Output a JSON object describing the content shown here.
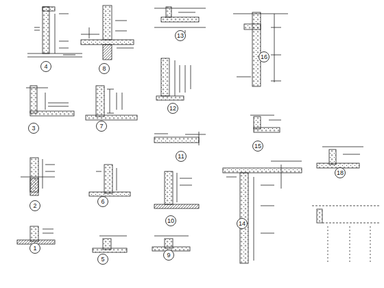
{
  "diagram": {
    "labels": [
      "4",
      "8",
      "13",
      "16",
      "3",
      "7",
      "12",
      "11",
      "15",
      "18",
      "2",
      "6",
      "10",
      "14",
      "1",
      "5",
      "9"
    ]
  }
}
